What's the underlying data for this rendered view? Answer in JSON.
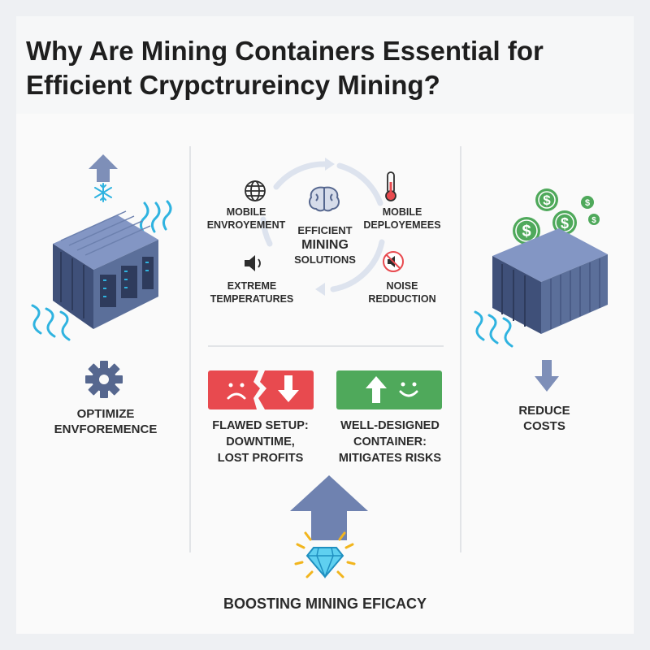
{
  "title_line1": "Why Are Mining Containers Essential for",
  "title_line2": "Efficient Crypctrureincy Mining?",
  "left": {
    "label_line1": "OPTIMIZE",
    "label_line2": "ENVFOREMENCE"
  },
  "right": {
    "label_line1": "REDUCE",
    "label_line2": "COSTS"
  },
  "cycle": {
    "center_line1": "EFFICIENT",
    "center_line2": "MINING",
    "center_line3": "SOLUTIONS",
    "top_left_line1": "MOBILE",
    "top_left_line2": "ENVROYEMENT",
    "top_right_line1": "MOBILE",
    "top_right_line2": "DEPLOYEMEES",
    "bottom_left_line1": "EXTREME",
    "bottom_left_line2": "TEMPERATURES",
    "bottom_right_line1": "NOISE",
    "bottom_right_line2": "REDDUCTION"
  },
  "flawed": {
    "line1": "FLAWED SETUP:",
    "line2": "DOWNTIME,",
    "line3": "LOST PROFITS"
  },
  "designed": {
    "line1": "WELL-DESIGNED",
    "line2": "CONTAINER:",
    "line3": "MITIGATES RISKS"
  },
  "footer": "BOOSTING MINING EFICACY",
  "colors": {
    "container": "#5b6f9a",
    "container_dark": "#3f5079",
    "arrow": "#7e8fb8",
    "red": "#e84a4f",
    "green": "#4fa95b",
    "cyan": "#2fb3e0",
    "gold": "#f2b51d"
  }
}
